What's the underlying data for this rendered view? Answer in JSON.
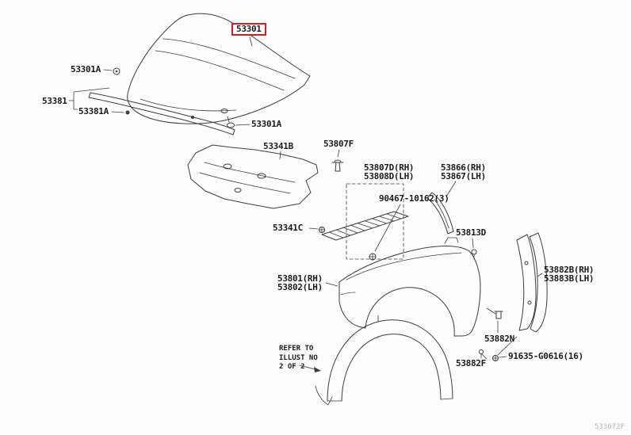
{
  "page": {
    "watermark": "533072F",
    "background_color": "#fdfdfd",
    "line_color": "#3c3c3c",
    "highlight_color": "#c8202a"
  },
  "note": {
    "line1": "REFER TO",
    "line2": "ILLUST NO",
    "line3": "2 OF 2"
  },
  "parts": {
    "hood": {
      "code": "53301",
      "highlighted": true
    },
    "clip_a_left": {
      "code": "53301A"
    },
    "seal": {
      "code": "53381"
    },
    "seal_clip": {
      "code": "53381A"
    },
    "clip_a_right": {
      "code": "53301A"
    },
    "insulator": {
      "code": "53341B"
    },
    "clip_f": {
      "code": "53807F"
    },
    "louver_rh": {
      "code": "53807D(RH)"
    },
    "louver_lh": {
      "code": "53808D(LH)"
    },
    "brace_rh": {
      "code": "53866(RH)"
    },
    "brace_lh": {
      "code": "53867(LH)"
    },
    "bolt_90467": {
      "code": "90467-10162(3)"
    },
    "clip_c": {
      "code": "53341C"
    },
    "clip_d": {
      "code": "53813D"
    },
    "fender_rh": {
      "code": "53801(RH)"
    },
    "fender_lh": {
      "code": "53802(LH)"
    },
    "apron_rh": {
      "code": "53882B(RH)"
    },
    "apron_lh": {
      "code": "53883B(LH)"
    },
    "protector_n": {
      "code": "53882N"
    },
    "clip_82f": {
      "code": "53882F"
    },
    "screw_91635": {
      "code": "91635-G0616(16)"
    }
  }
}
